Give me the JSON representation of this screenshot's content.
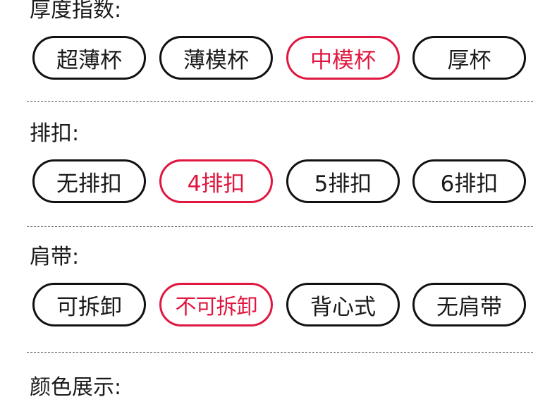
{
  "accent_color": "#e0173f",
  "sections": [
    {
      "label": "厚度指数:",
      "options": [
        "超薄杯",
        "薄模杯",
        "中模杯",
        "厚杯"
      ],
      "selected_index": 2
    },
    {
      "label": "排扣:",
      "options": [
        "无排扣",
        "4排扣",
        "5排扣",
        "6排扣"
      ],
      "selected_index": 1
    },
    {
      "label": "肩带:",
      "options": [
        "可拆卸",
        "不可拆卸",
        "背心式",
        "无肩带"
      ],
      "selected_index": 1
    },
    {
      "label": "颜色展示:"
    }
  ]
}
